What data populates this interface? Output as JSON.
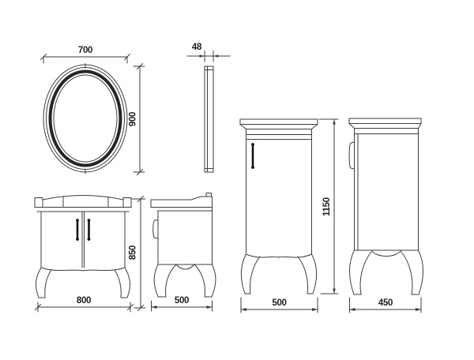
{
  "canvas": {
    "background": "#ffffff",
    "line_color": "#3d3d3d",
    "ring_color": "#262626",
    "handle_color": "#141414",
    "text_color": "#1c1c1c"
  },
  "dimensions": {
    "mirror_width": "700",
    "mirror_height": "900",
    "mirror_thickness": "48",
    "vanity_width": "800",
    "vanity_height": "850",
    "vanity_depth": "500",
    "tall_cabinet_width": "500",
    "tall_cabinet_height": "1150",
    "tall_cabinet_depth": "450"
  }
}
